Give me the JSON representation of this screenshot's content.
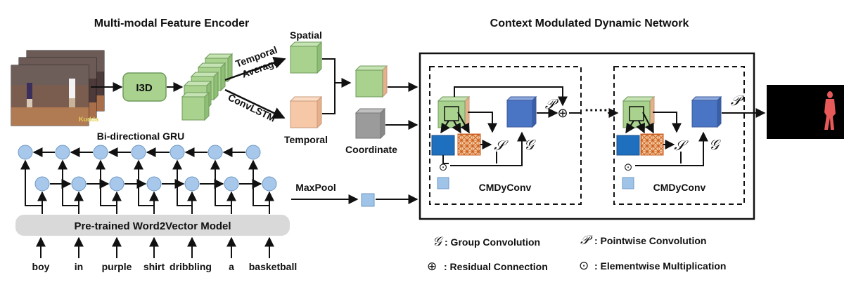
{
  "titles": {
    "left": "Multi-modal Feature Encoder",
    "right": "Context Modulated Dynamic Network"
  },
  "encoder": {
    "i3d": "I3D",
    "video_watermark": "Kudda",
    "temporal_average": [
      "Temporal",
      "Average"
    ],
    "conv_lstm": "ConvLSTM",
    "spatial": "Spatial",
    "temporal": "Temporal",
    "coordinate": "Coordinate",
    "gru_title": "Bi-directional GRU",
    "word2vec": "Pre-trained Word2Vector Model",
    "maxpool": "MaxPool",
    "words": [
      "boy",
      "in",
      "purple",
      "shirt",
      "dribbling",
      "a",
      "basketball"
    ]
  },
  "network": {
    "block_label": "CMDyConv",
    "p_symbol": "𝒫",
    "g_symbol": "𝒢",
    "s_symbol": "𝒮",
    "plus_symbol": "⊕",
    "dot_symbol": "⊙",
    "dots": "·····"
  },
  "legend": [
    {
      "symbol": "𝒢",
      "text": ": Group Convolution"
    },
    {
      "symbol": "𝒫",
      "text": ": Pointwise Convolution"
    },
    {
      "symbol": "⊕",
      "text": ": Residual Connection"
    },
    {
      "symbol": "⊙",
      "text": ": Elementwise Multiplication"
    }
  ],
  "colors": {
    "green": "#a9d28f",
    "green_dark": "#7fae6a",
    "peach": "#f6c8a8",
    "gray_box": "#9b9b9b",
    "light_blue": "#9fc4e8",
    "node_blue": "#a7c8ea",
    "dark_blue": "#1f6fbf",
    "conv_blue": "#4a74c4",
    "orange_grid": "#e07a2e",
    "bar_gray": "#d9d9d9"
  }
}
